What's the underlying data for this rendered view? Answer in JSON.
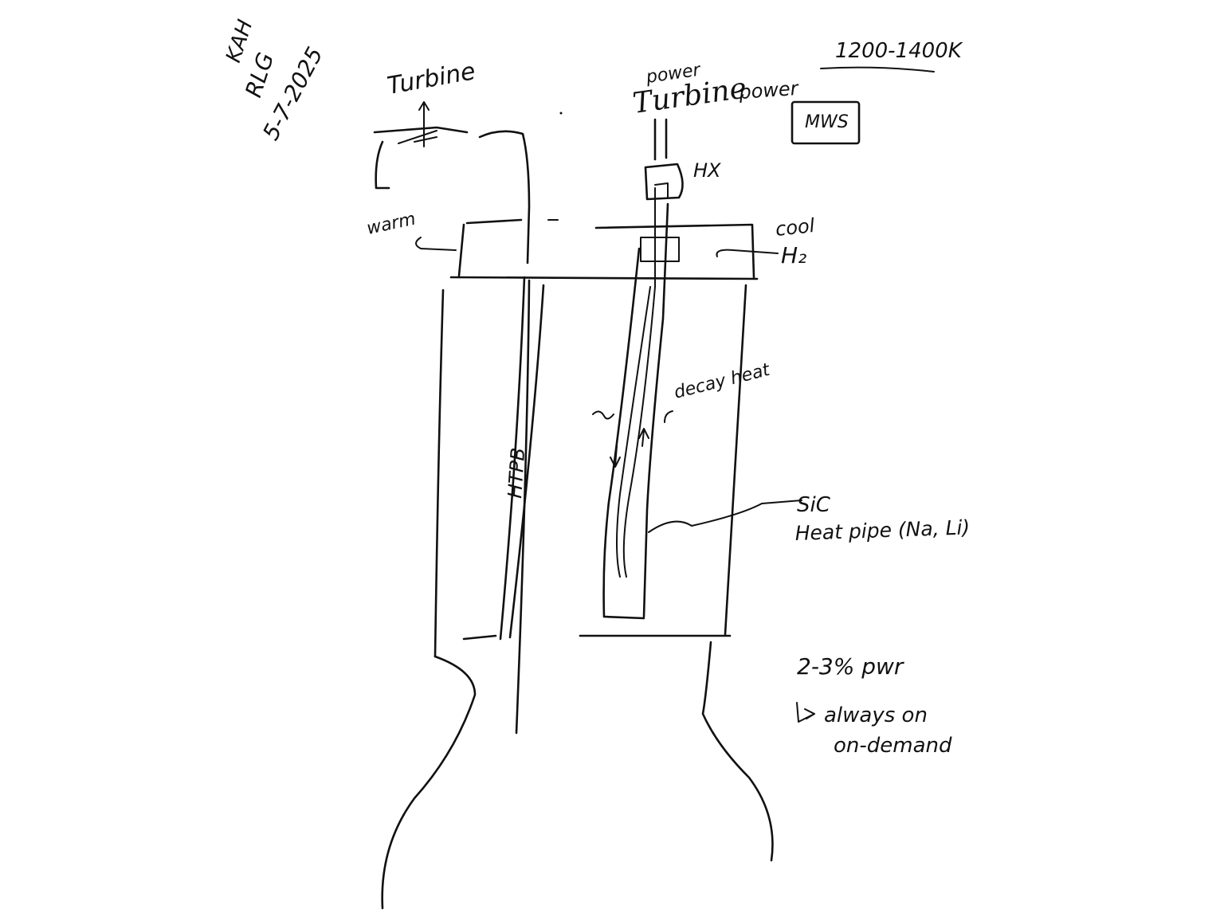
{
  "sheet": {
    "initials_line1": "KAH",
    "initials_line2": "RLG",
    "date": "5-7-2025",
    "temperature": "1200-1400K"
  },
  "turbine_left": {
    "label": "Turbine"
  },
  "turbine_right": {
    "power_label": "power",
    "label": "Turbine"
  },
  "mws": {
    "power_label": "power",
    "label": "MWS"
  },
  "hx": {
    "label": "HX"
  },
  "plenum": {
    "warm_label": "warm",
    "cool_label": "cool",
    "h2_label": "H₂"
  },
  "core": {
    "channel_label": "HTPB",
    "decay_heat_label": "decay heat"
  },
  "heat_pipe": {
    "label_line1": "SiC",
    "label_line2": "Heat pipe (Na, Li)"
  },
  "notes": {
    "power_fraction": "2-3% pwr",
    "always_on": "always on",
    "on_demand": "on-demand"
  }
}
